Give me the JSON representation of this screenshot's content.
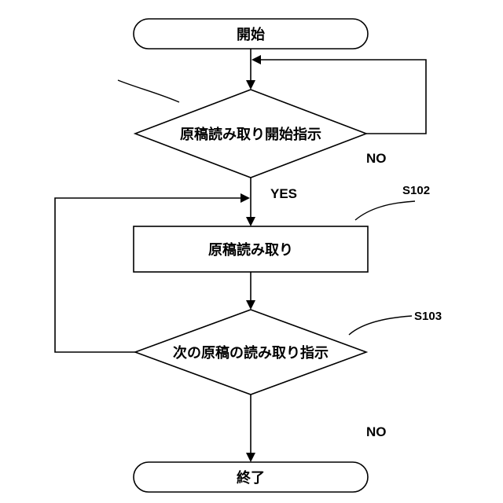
{
  "flowchart": {
    "start_label": "開始",
    "decision1_label": "原稿読み取り開始指示",
    "decision1_no_label": "NO",
    "decision1_yes_label": "YES",
    "process_label": "原稿読み取り",
    "process_ref": "S102",
    "decision2_label": "次の原稿の読み取り指示",
    "decision2_ref": "S103",
    "decision2_no_label": "NO",
    "end_label": "終了"
  }
}
